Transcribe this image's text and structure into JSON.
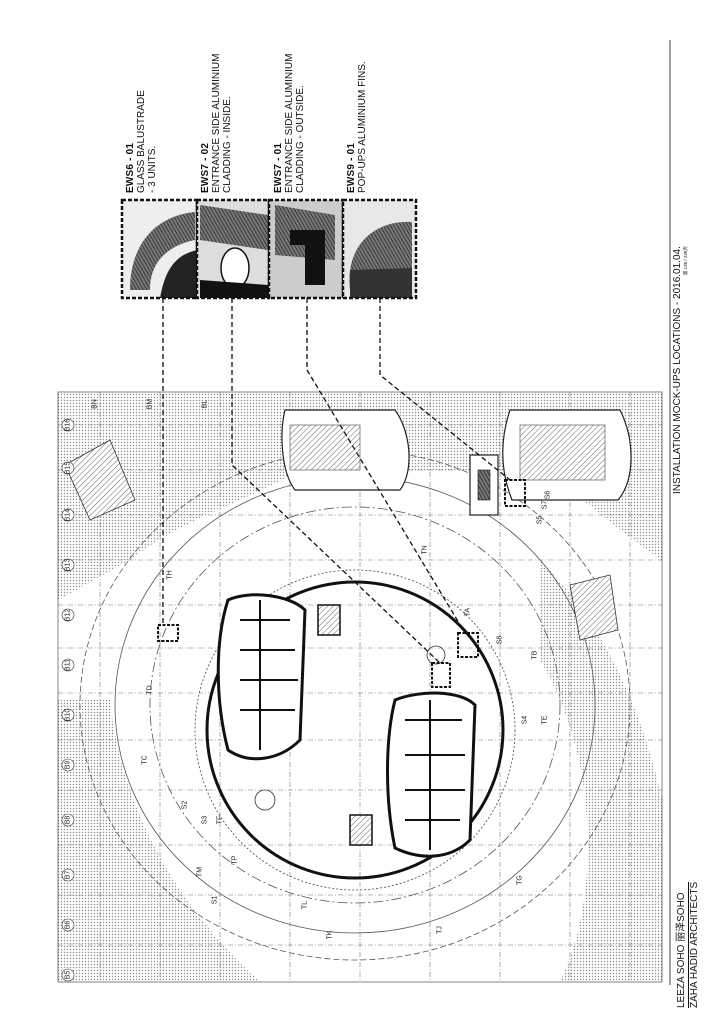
{
  "project": {
    "name": "LEEZA SOHO  丽泽SOHO",
    "architect": "ZAHA HADID ARCHITECTS"
  },
  "sheet": {
    "title": "INSTALLATION MOCK-UPS LOCATIONS - 2016.01.04.",
    "page_ref": "第 138 / 238页"
  },
  "callouts": [
    {
      "code": "EWS6 - 01",
      "lines": [
        "GLASS BALUSTRADE",
        "- 3 UNITS."
      ]
    },
    {
      "code": "EWS7 - 02",
      "lines": [
        "ENTRANCE SIDE ALUMINIUM",
        "CLADDING - INSIDE."
      ]
    },
    {
      "code": "EWS7 - 01",
      "lines": [
        "ENTRANCE SIDE ALUMINIUM",
        "CLADDING - OUTSIDE."
      ]
    },
    {
      "code": "EWS9 - 01",
      "lines": [
        "POP-UPS ALUMINIUM FINS."
      ]
    }
  ],
  "grid": {
    "numbered": [
      "B5",
      "B6",
      "B7",
      "B8",
      "B9",
      "B10",
      "B11",
      "B12",
      "B13",
      "B14",
      "B15",
      "B16"
    ],
    "lettered": [
      "BN",
      "BM",
      "BL"
    ]
  },
  "zones": [
    "TA",
    "TB",
    "TC",
    "TD",
    "TE",
    "TF",
    "TG",
    "TH",
    "TJ",
    "TK",
    "TL",
    "TM",
    "TN",
    "TP",
    "S1",
    "S2",
    "S3",
    "S4",
    "S5",
    "S6",
    "S7",
    "S8"
  ],
  "colors": {
    "ink": "#111111",
    "paper": "#ffffff",
    "hatch": "#bdbdbd"
  }
}
